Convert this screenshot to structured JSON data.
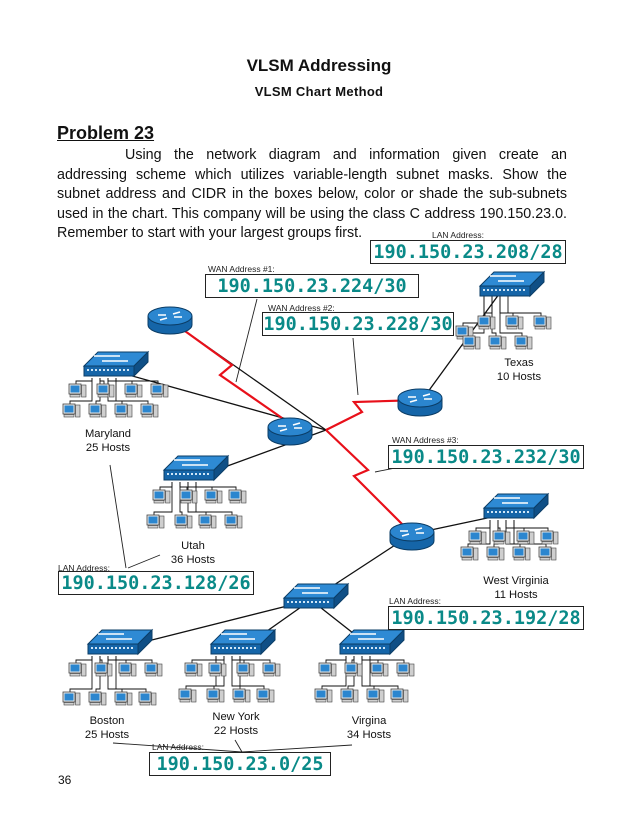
{
  "header": {
    "title": "VLSM Addressing",
    "subtitle": "VLSM  Chart  Method"
  },
  "problem": {
    "heading": "Problem 23",
    "text": "Using the network diagram and information given create an addressing scheme which utilizes variable-length subnet masks.  Show the subnet address and CIDR in the boxes below, color or shade the sub-subnets used in the chart.  This company will be using the class C address 190.150.23.0. Remember to start with your largest groups first."
  },
  "labels": {
    "lan_address": "LAN Address:",
    "wan1": "WAN Address #1:",
    "wan2": "WAN Address #2:",
    "wan3": "WAN Address #3:"
  },
  "answers": {
    "texas_lan": "190.150.23.208/28",
    "wan1": "190.150.23.224/30",
    "wan2": "190.150.23.228/30",
    "wan3": "190.150.23.232/30",
    "maryland_utah_lan": "190.150.23.128/26",
    "west_virginia_lan": "190.150.23.192/28",
    "boston_ny_virgina_lan": "190.150.23.0/25"
  },
  "sites": {
    "texas": "Texas\n10 Hosts",
    "maryland": "Maryland\n25 Hosts",
    "utah": "Utah\n36 Hosts",
    "west_virginia": "West Virginia\n11 Hosts",
    "boston": "Boston\n25 Hosts",
    "new_york": "New York\n22 Hosts",
    "virgina": "Virgina\n34 Hosts"
  },
  "page_number": "36",
  "colors": {
    "answer_text": "#0a8a88",
    "device_blue": "#1e73b8",
    "wan_link_red": "#e8101a"
  }
}
